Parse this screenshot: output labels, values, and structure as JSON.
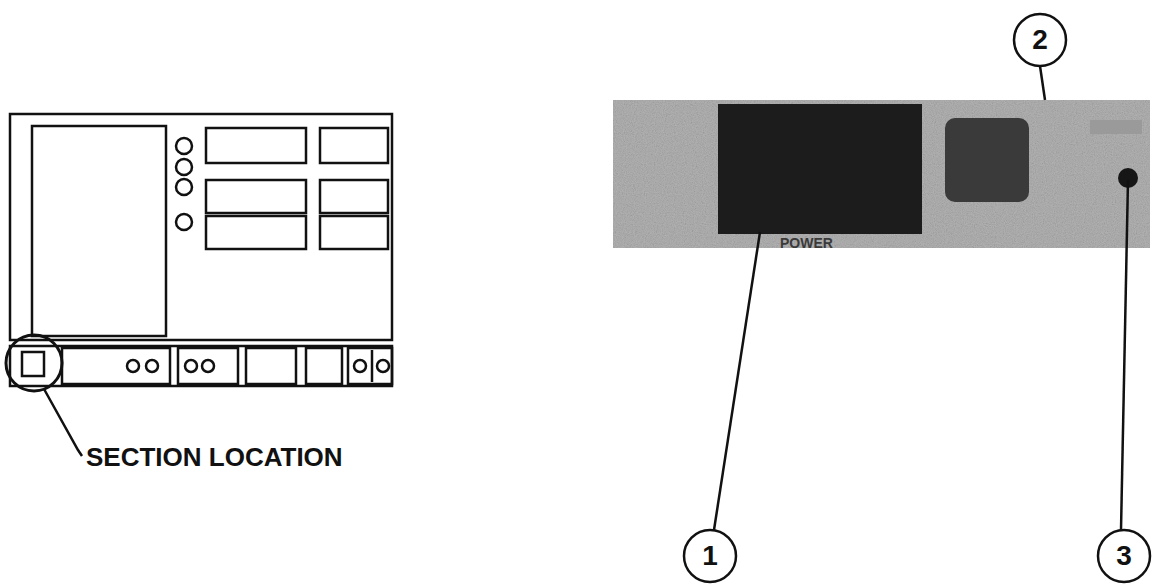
{
  "diagram": {
    "labels": [
      "SECTION LOCATION",
      "POWER",
      "1",
      "2",
      "3"
    ]
  }
}
